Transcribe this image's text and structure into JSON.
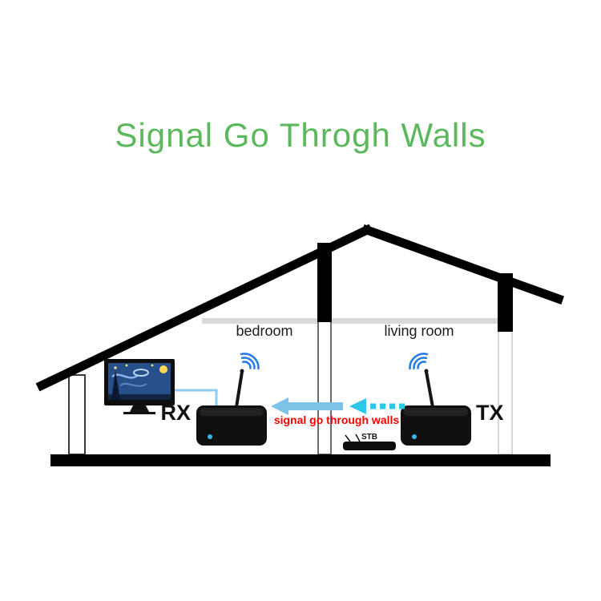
{
  "title": "Signal Go Throgh Walls",
  "rooms": {
    "bedroom": "bedroom",
    "living_room": "living room"
  },
  "devices": {
    "rx": "RX",
    "tx": "TX",
    "stb": "STB"
  },
  "signal": {
    "label": "signal go through walls"
  },
  "colors": {
    "title": "#5cb85c",
    "signal_label": "#ff0000",
    "arrow_solid": "#7cc3e8",
    "arrow_dashed": "#2cc7e9",
    "wifi": "#2a7de1",
    "led": "#35b6f2"
  }
}
